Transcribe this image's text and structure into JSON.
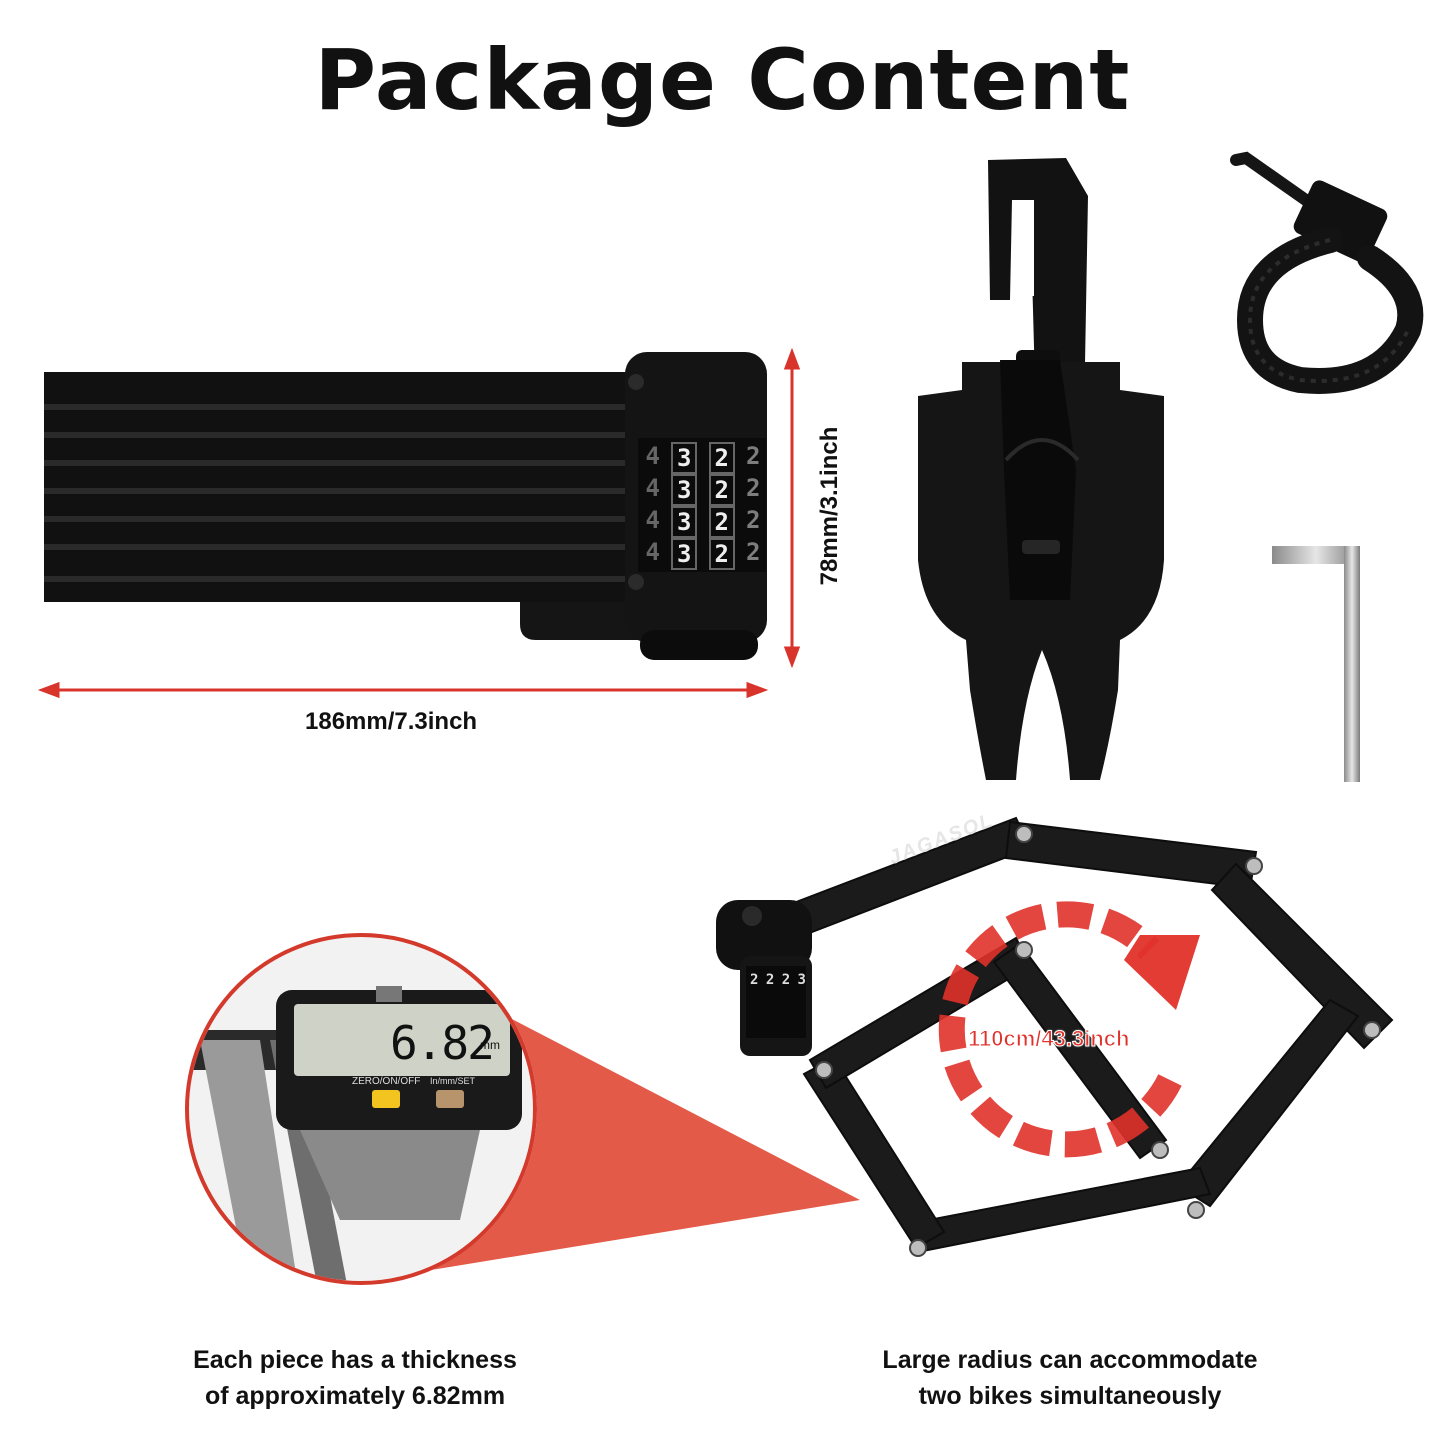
{
  "title": "Package Content",
  "dimensions": {
    "width_label": "186mm/7.3inch",
    "height_label": "78mm/3.1inch"
  },
  "lock": {
    "combo_rows": [
      [
        "4",
        "3",
        "2",
        "2"
      ],
      [
        "4",
        "3",
        "2",
        "2"
      ],
      [
        "4",
        "3",
        "2",
        "2"
      ],
      [
        "4",
        "3",
        "2",
        "2"
      ]
    ]
  },
  "caliper": {
    "reading": "6.82",
    "unit": "mm",
    "button_left": "ZERO/ON/OFF",
    "button_right": "In/mm/SET"
  },
  "unfolded_lock": {
    "brand": "JAGASOL",
    "radius_label": "110cm/43.3inch",
    "mini_combo": [
      "2",
      "2",
      "2",
      "3"
    ]
  },
  "captions": {
    "left": [
      "Each piece has a thickness",
      "of approximately 6.82mm"
    ],
    "right": [
      "Large radius can accommodate",
      "two bikes simultaneously"
    ]
  },
  "colors": {
    "accent_red": "#e0312a",
    "magnifier_fill": "#e35a48",
    "dimension_line": "#d9342c",
    "lock_body": "#141414"
  }
}
